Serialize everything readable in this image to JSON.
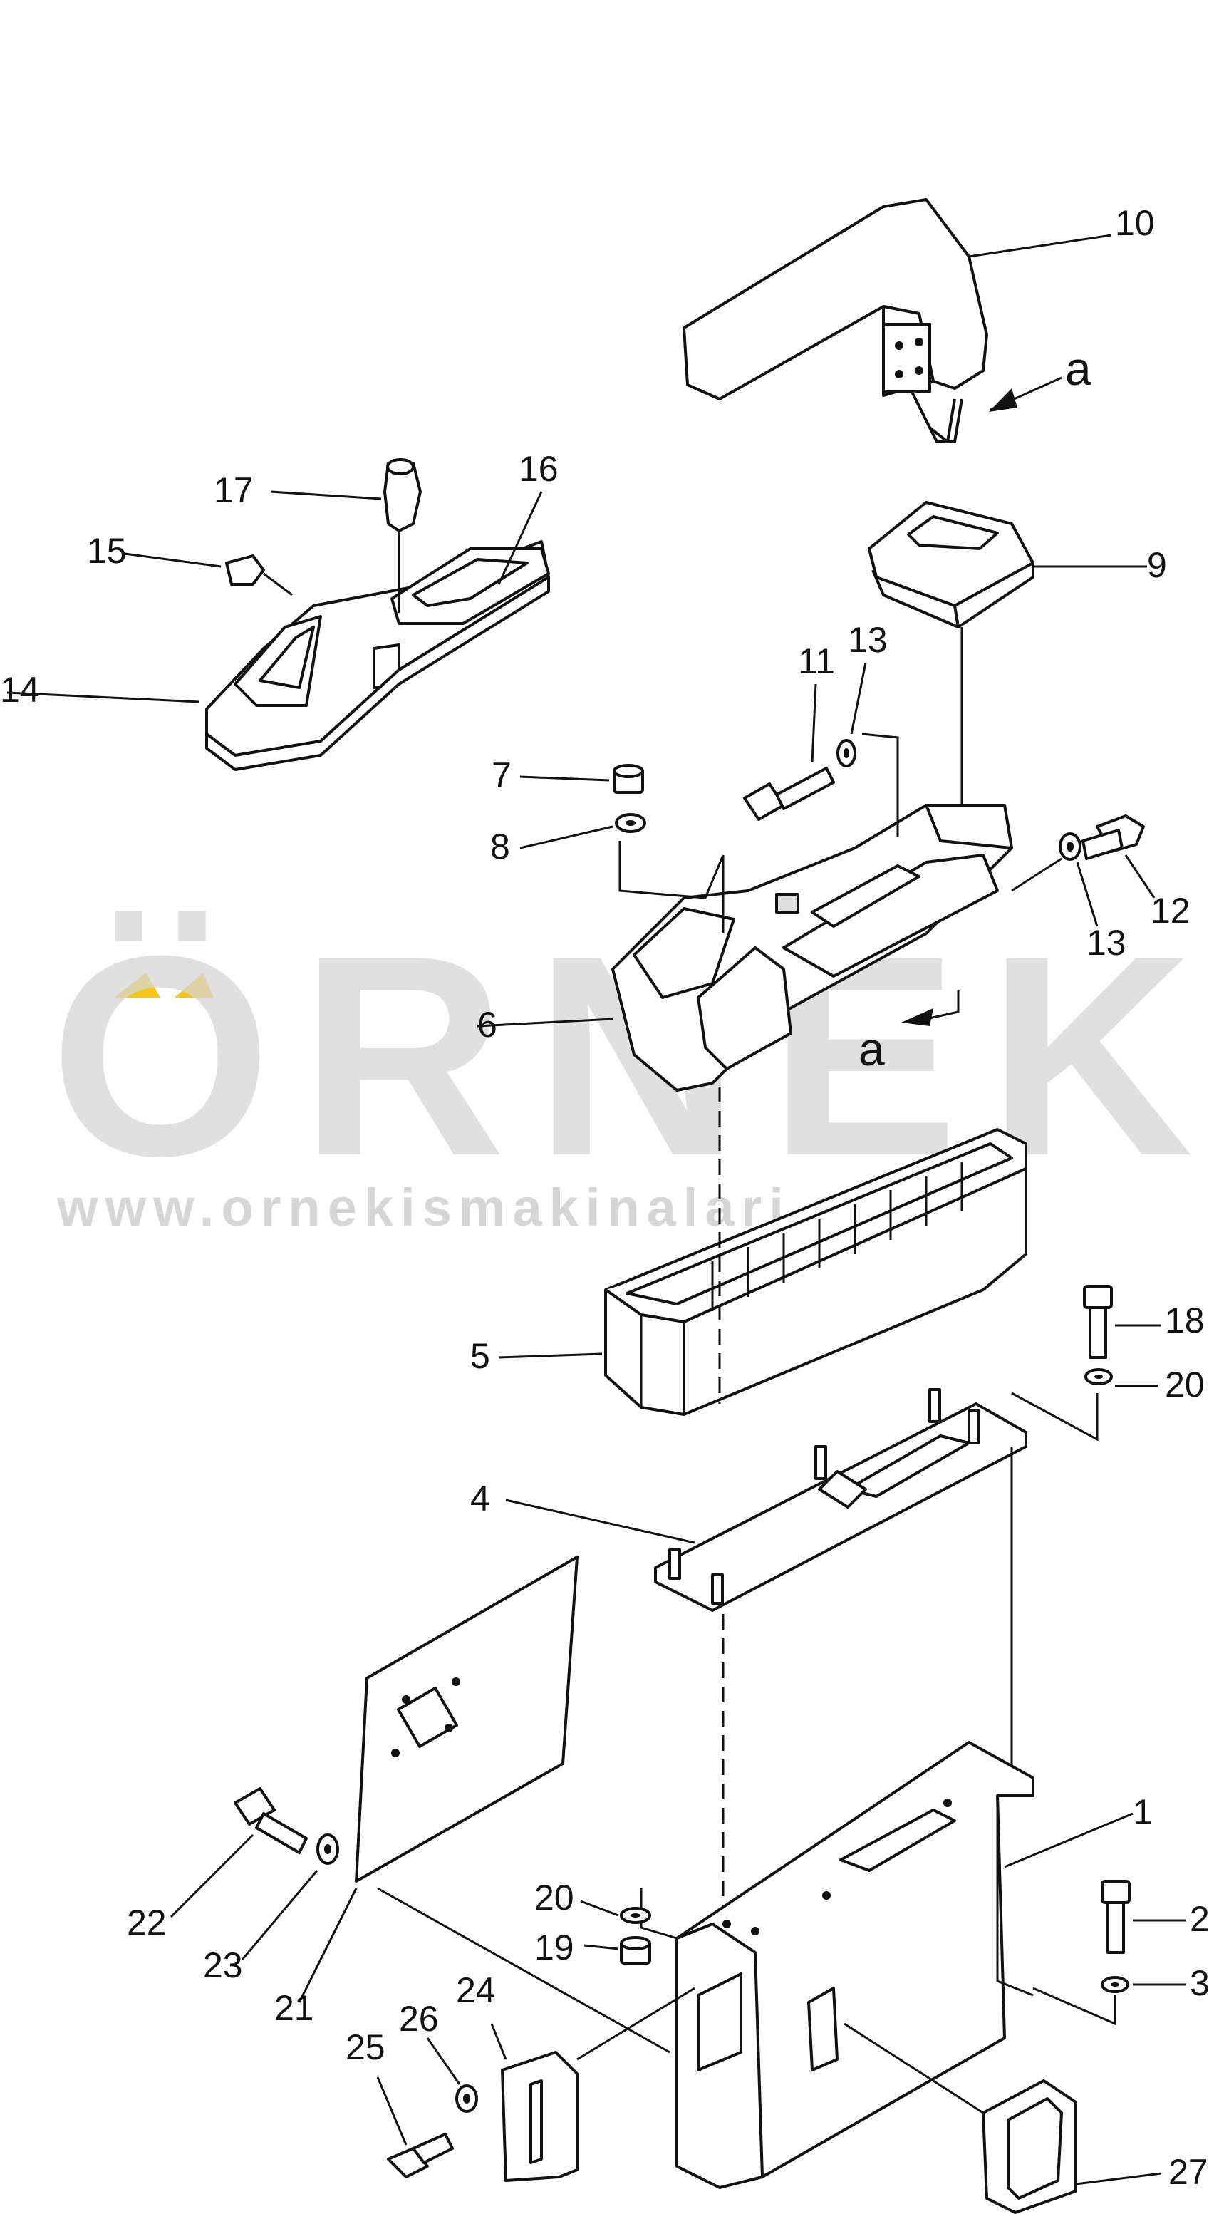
{
  "watermark": {
    "word": "ÖRNEK",
    "url": "www.ornekismakinalari.com.tr",
    "accent_color": "#f5c518",
    "text_color": "#d5d5d5"
  },
  "view_markers": [
    "a",
    "a"
  ],
  "callouts": [
    {
      "id": "c1",
      "label": "1"
    },
    {
      "id": "c2",
      "label": "2"
    },
    {
      "id": "c3",
      "label": "3"
    },
    {
      "id": "c4",
      "label": "4"
    },
    {
      "id": "c5",
      "label": "5"
    },
    {
      "id": "c6",
      "label": "6"
    },
    {
      "id": "c7",
      "label": "7"
    },
    {
      "id": "c8",
      "label": "8"
    },
    {
      "id": "c9",
      "label": "9"
    },
    {
      "id": "c10",
      "label": "10"
    },
    {
      "id": "c11",
      "label": "11"
    },
    {
      "id": "c12",
      "label": "12"
    },
    {
      "id": "c13a",
      "label": "13"
    },
    {
      "id": "c13b",
      "label": "13"
    },
    {
      "id": "c14",
      "label": "14"
    },
    {
      "id": "c15",
      "label": "15"
    },
    {
      "id": "c16",
      "label": "16"
    },
    {
      "id": "c17",
      "label": "17"
    },
    {
      "id": "c18",
      "label": "18"
    },
    {
      "id": "c19",
      "label": "19"
    },
    {
      "id": "c20a",
      "label": "20"
    },
    {
      "id": "c20b",
      "label": "20"
    },
    {
      "id": "c21",
      "label": "21"
    },
    {
      "id": "c22",
      "label": "22"
    },
    {
      "id": "c23",
      "label": "23"
    },
    {
      "id": "c24",
      "label": "24"
    },
    {
      "id": "c25",
      "label": "25"
    },
    {
      "id": "c26",
      "label": "26"
    },
    {
      "id": "c27",
      "label": "27"
    }
  ]
}
